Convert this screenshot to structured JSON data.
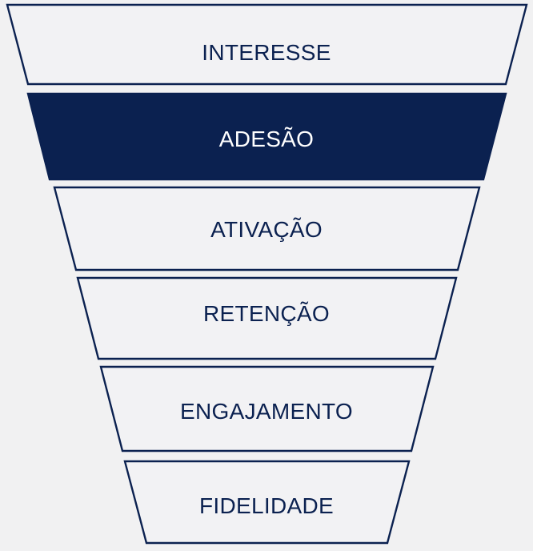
{
  "diagram": {
    "type": "funnel",
    "direction": "top-to-bottom",
    "stages": [
      {
        "label": "INTERESSE",
        "highlighted": false
      },
      {
        "label": "ADESÃO",
        "highlighted": true
      },
      {
        "label": "ATIVAÇÃO",
        "highlighted": false
      },
      {
        "label": "RETENÇÃO",
        "highlighted": false
      },
      {
        "label": "ENGAJAMENTO",
        "highlighted": false
      },
      {
        "label": "FIDELIDADE",
        "highlighted": false
      }
    ],
    "colors": {
      "navy": "#0b2150",
      "stage_fill": "#f2f2f4",
      "background": "#f1f1f2",
      "highlight_text": "#ffffff"
    }
  }
}
